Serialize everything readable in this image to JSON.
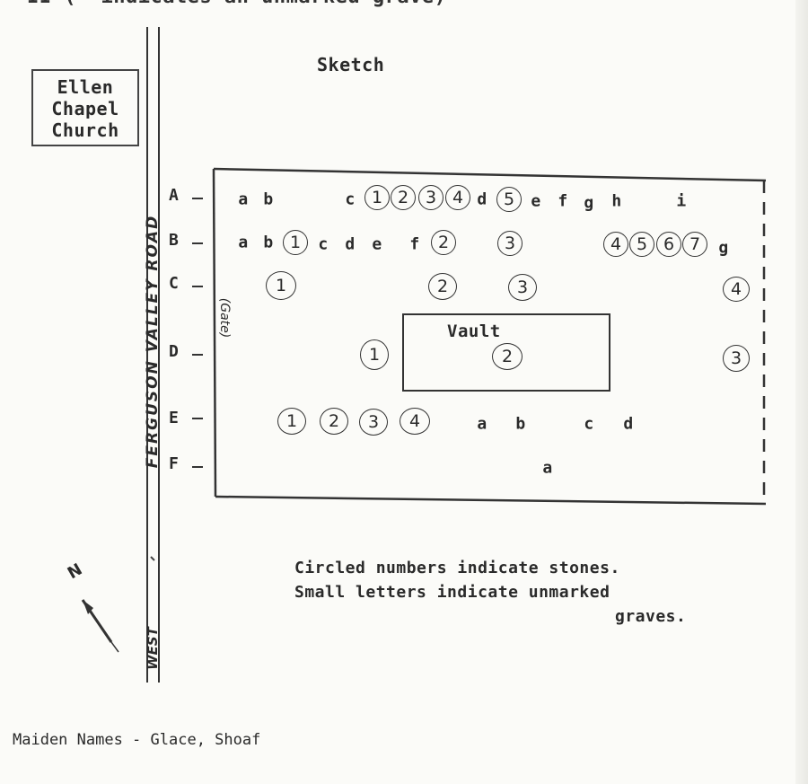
{
  "header": {
    "top_text": "II (* indicates an unmarked grave)"
  },
  "church": {
    "lines": [
      "Ellen",
      "Chapel",
      "Church"
    ]
  },
  "sketch_title": "Sketch",
  "road": {
    "name": "FERGUSON VALLEY ROAD",
    "direction": "WEST"
  },
  "gate_label": "(Gate)",
  "rows": [
    {
      "label": "A",
      "marks": [
        {
          "kind": "letter",
          "text": "a"
        },
        {
          "kind": "letter",
          "text": "b"
        },
        {
          "kind": "letter",
          "text": "c"
        },
        {
          "kind": "stone",
          "text": "1"
        },
        {
          "kind": "stone",
          "text": "2"
        },
        {
          "kind": "stone",
          "text": "3"
        },
        {
          "kind": "stone",
          "text": "4"
        },
        {
          "kind": "letter",
          "text": "d"
        },
        {
          "kind": "stone",
          "text": "5"
        },
        {
          "kind": "letter",
          "text": "e"
        },
        {
          "kind": "letter",
          "text": "f"
        },
        {
          "kind": "letter",
          "text": "g"
        },
        {
          "kind": "letter",
          "text": "h"
        },
        {
          "kind": "letter",
          "text": "i"
        }
      ]
    },
    {
      "label": "B",
      "marks": [
        {
          "kind": "letter",
          "text": "a"
        },
        {
          "kind": "letter",
          "text": "b"
        },
        {
          "kind": "stone",
          "text": "1"
        },
        {
          "kind": "letter",
          "text": "c"
        },
        {
          "kind": "letter",
          "text": "d"
        },
        {
          "kind": "letter",
          "text": "e"
        },
        {
          "kind": "letter",
          "text": "f"
        },
        {
          "kind": "stone",
          "text": "2"
        },
        {
          "kind": "stone",
          "text": "3"
        },
        {
          "kind": "stone",
          "text": "4"
        },
        {
          "kind": "stone",
          "text": "5"
        },
        {
          "kind": "stone",
          "text": "6"
        },
        {
          "kind": "stone",
          "text": "7"
        },
        {
          "kind": "letter",
          "text": "g"
        }
      ]
    },
    {
      "label": "C",
      "marks": [
        {
          "kind": "stone",
          "text": "1"
        },
        {
          "kind": "stone",
          "text": "2"
        },
        {
          "kind": "stone",
          "text": "3"
        },
        {
          "kind": "stone",
          "text": "4"
        }
      ]
    },
    {
      "label": "D",
      "marks": [
        {
          "kind": "stone",
          "text": "1"
        },
        {
          "kind": "stone",
          "text": "2"
        },
        {
          "kind": "stone",
          "text": "3"
        }
      ]
    },
    {
      "label": "E",
      "marks": [
        {
          "kind": "stone",
          "text": "1"
        },
        {
          "kind": "stone",
          "text": "2"
        },
        {
          "kind": "stone",
          "text": "3"
        },
        {
          "kind": "stone",
          "text": "4"
        },
        {
          "kind": "letter",
          "text": "a"
        },
        {
          "kind": "letter",
          "text": "b"
        },
        {
          "kind": "letter",
          "text": "c"
        },
        {
          "kind": "letter",
          "text": "d"
        }
      ]
    },
    {
      "label": "F",
      "marks": [
        {
          "kind": "letter",
          "text": "a"
        }
      ]
    }
  ],
  "vault_label": "Vault",
  "legend": {
    "line1": "Circled numbers indicate stones.",
    "line2": "Small letters indicate unmarked",
    "line3": "graves."
  },
  "footer": {
    "maiden_names": "Maiden Names - Glace, Shoaf"
  },
  "north_arrow": {
    "label": "N"
  }
}
